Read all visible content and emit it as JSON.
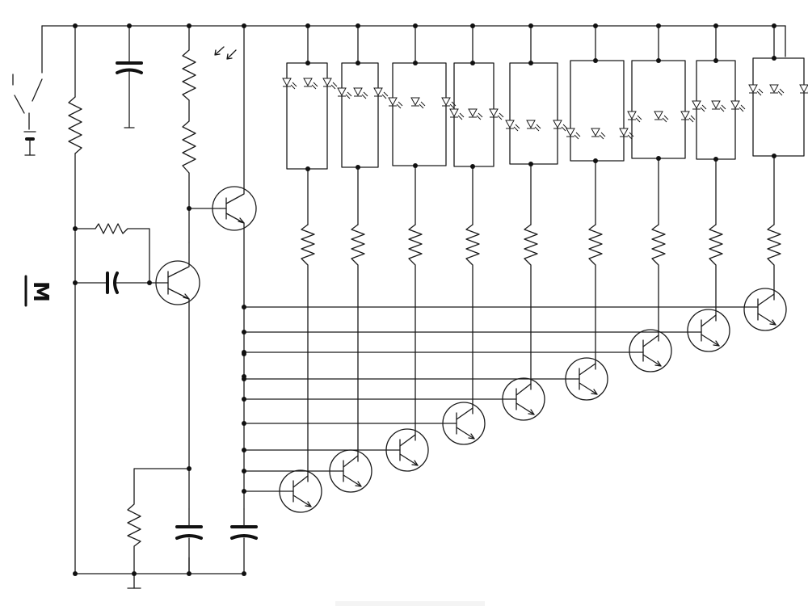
{
  "diagram": {
    "label": "M",
    "led_columns": 9,
    "leds_per_column": 3,
    "colors": {
      "ink": "#1a1a1a",
      "background": "#ffffff"
    }
  }
}
